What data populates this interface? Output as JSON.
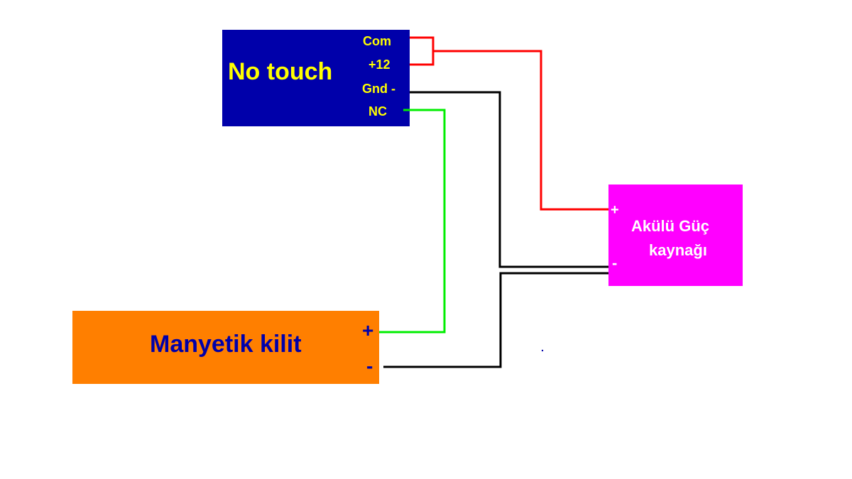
{
  "no_touch": {
    "title": "No touch",
    "terminals": {
      "com": "Com",
      "plus12": "+12",
      "gnd": "Gnd -",
      "nc": "NC"
    }
  },
  "guc_kaynagi": {
    "title_line1": "Akülü Güç",
    "title_line2": "kaynağı",
    "plus": "+",
    "minus": "-"
  },
  "manyetik_kilit": {
    "title": "Manyetik kilit",
    "plus": "+",
    "minus": "-"
  },
  "colors": {
    "no_touch_fill": "#0000aa",
    "no_touch_text": "#ffff00",
    "guc_fill": "#ff00ff",
    "guc_text": "#ffffff",
    "kilit_fill": "#ff7f00",
    "kilit_text": "#0000aa",
    "wire_red": "#ff0000",
    "wire_black": "#000000",
    "wire_green": "#00ee00"
  }
}
